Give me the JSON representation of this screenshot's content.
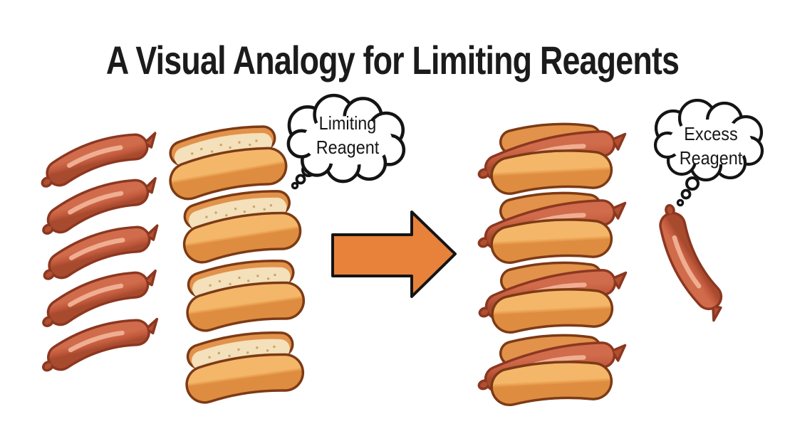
{
  "title": "A Visual Analogy for Limiting Reagents",
  "reactants": {
    "sausage_count": 5,
    "bun_count": 4,
    "thought_bubble": {
      "line1": "Limiting",
      "line2": "Reagent"
    }
  },
  "products": {
    "hot_dog_count": 4,
    "leftover_sausage_count": 1,
    "thought_bubble": {
      "line1": "Excess",
      "line2": "Reagent"
    }
  },
  "colors": {
    "background": "#FFFFFF",
    "title_text": "#1B1B1B",
    "arrow_fill": "#E8823B",
    "arrow_outline": "#141414",
    "sausage_body": "#C25A3D",
    "sausage_outline": "#8C3721",
    "sausage_highlight": "#EFAE92",
    "bun_crust": "#E2924A",
    "bun_inner": "#F4E0BA",
    "bun_front_top": "#F4B76A",
    "bun_front_bottom": "#DE8C40",
    "bun_outline": "#7C3A15",
    "bubble_outline": "#141414",
    "bubble_fill": "#FFFFFF"
  }
}
